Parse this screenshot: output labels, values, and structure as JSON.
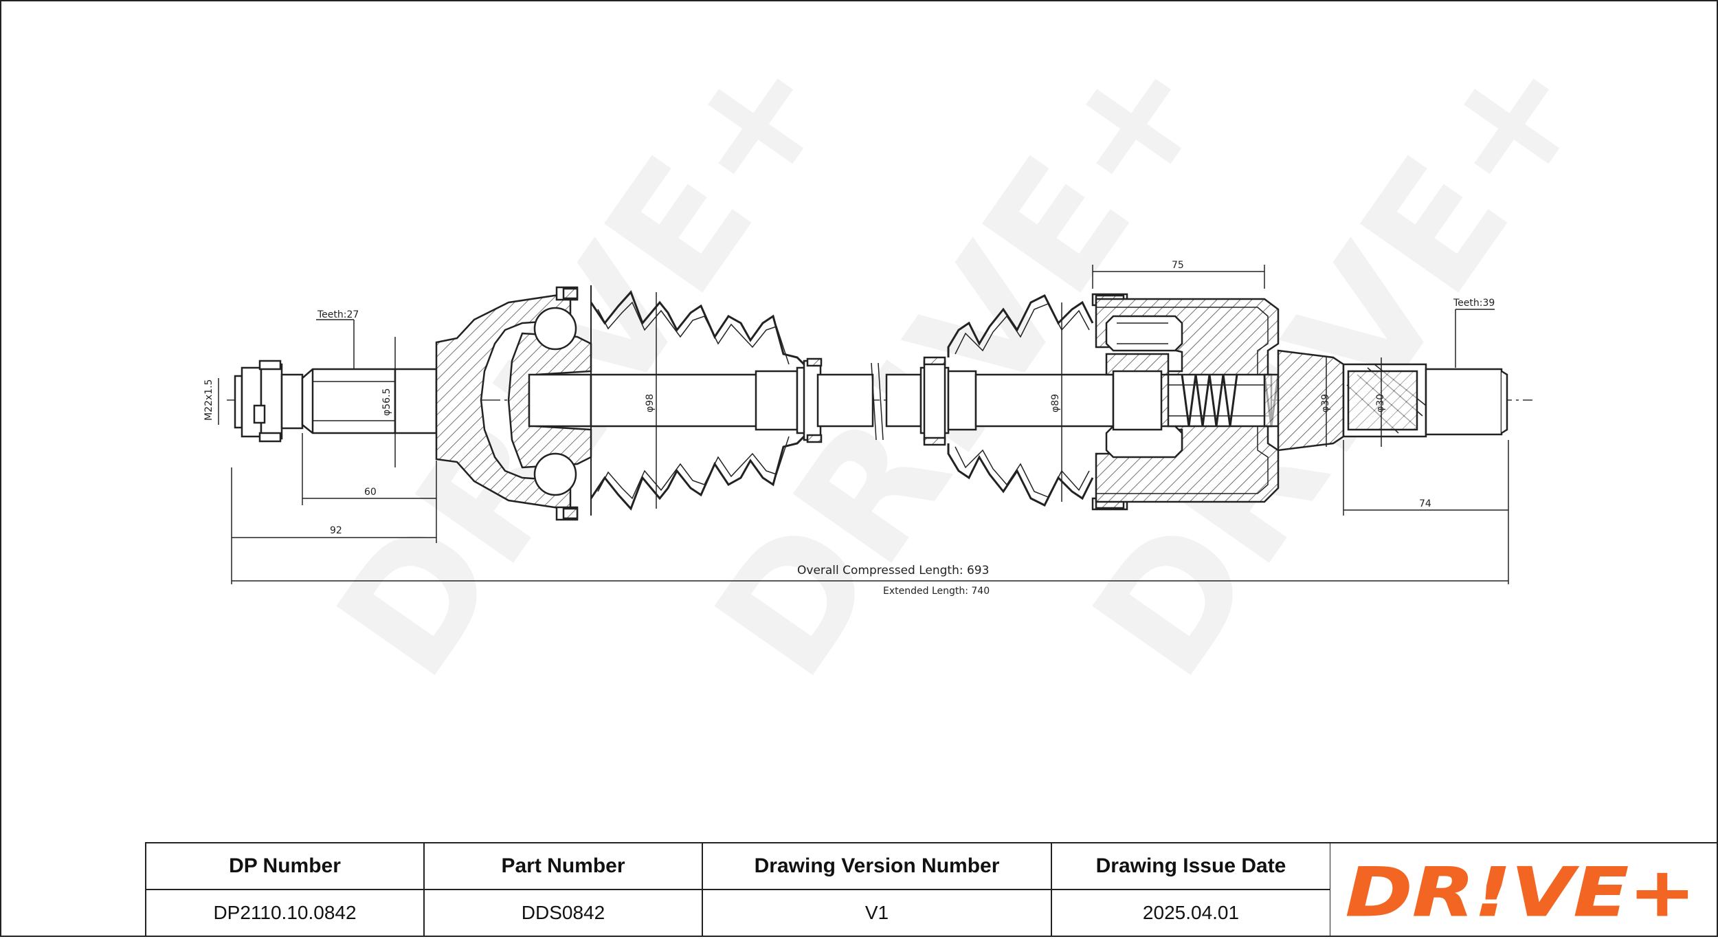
{
  "drawing": {
    "watermark": "DR!VE+",
    "dimensions": {
      "teeth_left": "Teeth:27",
      "teeth_right": "Teeth:39",
      "thread": "M22x1.5",
      "dia_565": "φ56.5",
      "dia_98": "φ98",
      "dia_89": "φ89",
      "dia_39": "φ39",
      "dia_30": "φ30",
      "len_60": "60",
      "len_92": "92",
      "len_75": "75",
      "len_74": "74",
      "overall": "Overall Compressed Length: 693",
      "extended": "Extended Length: 740"
    }
  },
  "title_block": {
    "headers": [
      "DP Number",
      "Part Number",
      "Drawing Version Number",
      "Drawing Issue Date"
    ],
    "values": [
      "DP2110.10.0842",
      "DDS0842",
      "V1",
      "2025.04.01"
    ],
    "logo_text": "DR!VE+",
    "logo_color": "#f26522"
  }
}
